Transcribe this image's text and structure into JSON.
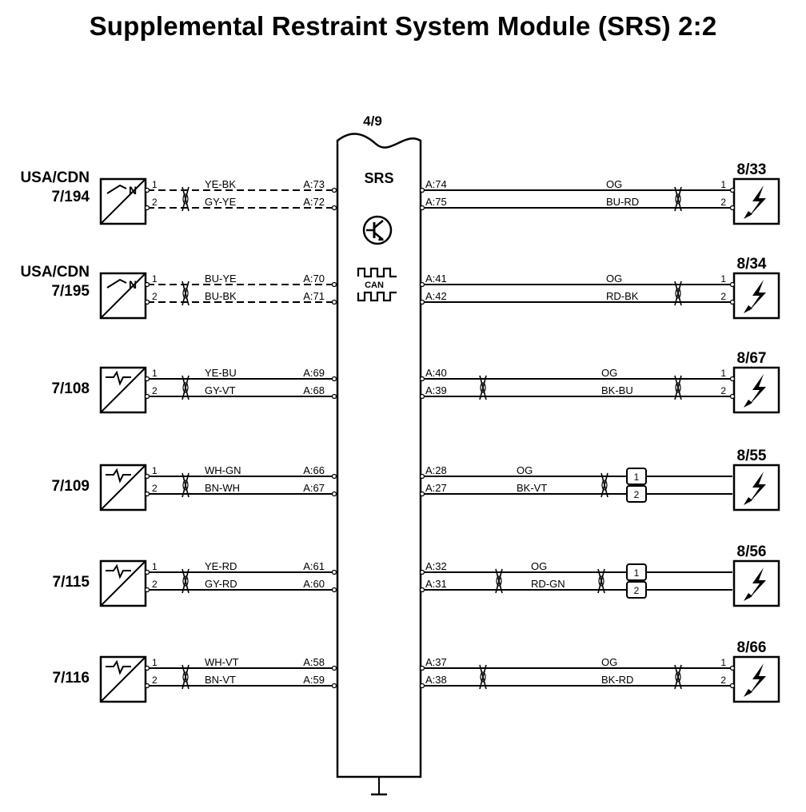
{
  "title": "Supplemental Restraint System Module (SRS) 2:2",
  "module": {
    "id": "4/9",
    "name": "SRS",
    "can_label": "CAN"
  },
  "left": [
    {
      "region": "USA/CDN",
      "component": "7/194",
      "sensor": "N",
      "dashed": true,
      "pins": [
        "1",
        "2"
      ],
      "wires": [
        "YE-BK",
        "GY-YE"
      ],
      "terms": [
        "A:73",
        "A:72"
      ]
    },
    {
      "region": "USA/CDN",
      "component": "7/195",
      "sensor": "N",
      "dashed": true,
      "pins": [
        "1",
        "2"
      ],
      "wires": [
        "BU-YE",
        "BU-BK"
      ],
      "terms": [
        "A:70",
        "A:71"
      ]
    },
    {
      "region": "",
      "component": "7/108",
      "sensor": "",
      "dashed": false,
      "pins": [
        "1",
        "2"
      ],
      "wires": [
        "YE-BU",
        "GY-VT"
      ],
      "terms": [
        "A:69",
        "A:68"
      ]
    },
    {
      "region": "",
      "component": "7/109",
      "sensor": "",
      "dashed": false,
      "pins": [
        "1",
        "2"
      ],
      "wires": [
        "WH-GN",
        "BN-WH"
      ],
      "terms": [
        "A:66",
        "A:67"
      ]
    },
    {
      "region": "",
      "component": "7/115",
      "sensor": "",
      "dashed": false,
      "pins": [
        "1",
        "2"
      ],
      "wires": [
        "YE-RD",
        "GY-RD"
      ],
      "terms": [
        "A:61",
        "A:60"
      ]
    },
    {
      "region": "",
      "component": "7/116",
      "sensor": "",
      "dashed": false,
      "pins": [
        "1",
        "2"
      ],
      "wires": [
        "WH-VT",
        "BN-VT"
      ],
      "terms": [
        "A:58",
        "A:59"
      ]
    }
  ],
  "right": [
    {
      "component": "8/33",
      "terms": [
        "A:74",
        "A:75"
      ],
      "wires": [
        "OG",
        "BU-RD"
      ],
      "pins": [
        "1",
        "2"
      ],
      "boxed_connector": false
    },
    {
      "component": "8/34",
      "terms": [
        "A:41",
        "A:42"
      ],
      "wires": [
        "OG",
        "RD-BK"
      ],
      "pins": [
        "1",
        "2"
      ],
      "boxed_connector": false
    },
    {
      "component": "8/67",
      "terms": [
        "A:40",
        "A:39"
      ],
      "wires": [
        "OG",
        "BK-BU"
      ],
      "pins": [
        "1",
        "2"
      ],
      "boxed_connector": false
    },
    {
      "component": "8/55",
      "terms": [
        "A:28",
        "A:27"
      ],
      "wires": [
        "OG",
        "BK-VT"
      ],
      "pins": [
        "1",
        "2"
      ],
      "boxed_connector": true
    },
    {
      "component": "8/56",
      "terms": [
        "A:32",
        "A:31"
      ],
      "wires": [
        "OG",
        "RD-GN"
      ],
      "pins": [
        "1",
        "2"
      ],
      "boxed_connector": true
    },
    {
      "component": "8/66",
      "terms": [
        "A:37",
        "A:38"
      ],
      "wires": [
        "OG",
        "BK-RD"
      ],
      "pins": [
        "1",
        "2"
      ],
      "boxed_connector": false
    }
  ]
}
